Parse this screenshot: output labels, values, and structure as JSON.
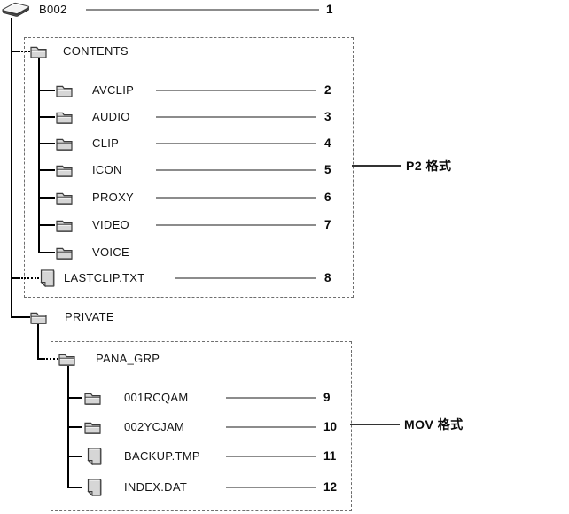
{
  "root": {
    "label": "B002",
    "icon": "memory-card-icon",
    "number": "1"
  },
  "p2_box": {
    "format_label": "P2 格式",
    "contents": {
      "label": "CONTENTS",
      "icon": "folder-icon"
    },
    "children": [
      {
        "label": "AVCLIP",
        "icon": "folder-icon",
        "number": "2"
      },
      {
        "label": "AUDIO",
        "icon": "folder-icon",
        "number": "3"
      },
      {
        "label": "CLIP",
        "icon": "folder-icon",
        "number": "4"
      },
      {
        "label": "ICON",
        "icon": "folder-icon",
        "number": "5"
      },
      {
        "label": "PROXY",
        "icon": "folder-icon",
        "number": "6"
      },
      {
        "label": "VIDEO",
        "icon": "folder-icon",
        "number": "7"
      },
      {
        "label": "VOICE",
        "icon": "folder-icon",
        "number": ""
      }
    ],
    "lastclip": {
      "label": "LASTCLIP.TXT",
      "icon": "file-icon",
      "number": "8"
    }
  },
  "private_folder": {
    "label": "PRIVATE",
    "icon": "folder-icon"
  },
  "mov_box": {
    "format_label": "MOV 格式",
    "pana_grp": {
      "label": "PANA_GRP",
      "icon": "folder-icon"
    },
    "children": [
      {
        "label": "001RCQAM",
        "icon": "folder-icon",
        "number": "9"
      },
      {
        "label": "002YCJAM",
        "icon": "folder-icon",
        "number": "10"
      },
      {
        "label": "BACKUP.TMP",
        "icon": "file-icon",
        "number": "11"
      },
      {
        "label": "INDEX.DAT",
        "icon": "file-icon",
        "number": "12"
      }
    ]
  },
  "colors": {
    "tree_line": "#000000",
    "leader_line": "#8c8c8c",
    "box_border": "#6e6e6e",
    "icon_fill": "#d6d6d6",
    "icon_border": "#3c3c3c"
  }
}
